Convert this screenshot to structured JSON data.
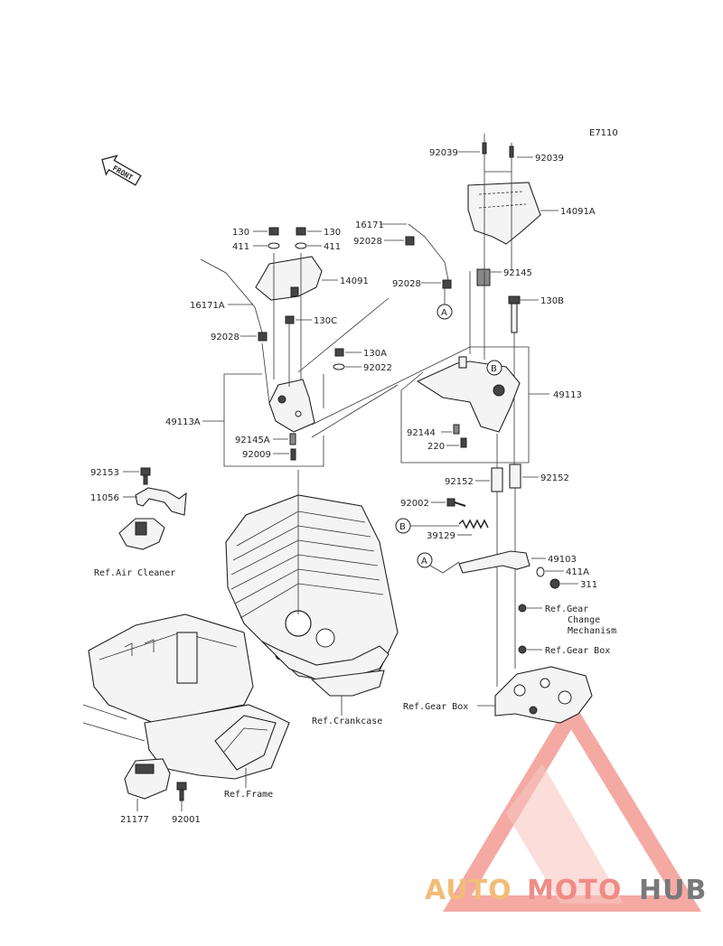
{
  "code": "E7110",
  "front_arrow_text": "FRONT",
  "labels": {
    "p92039a": "92039",
    "p92039b": "92039",
    "p14091A": "14091A",
    "p130a": "130",
    "p130b": "130",
    "p411a": "411",
    "p411b": "411",
    "p16171": "16171",
    "p92028a": "92028",
    "p14091": "14091",
    "p92028b": "92028",
    "p92145": "92145",
    "p16171A": "16171A",
    "p130B": "130B",
    "p130C": "130C",
    "p92028c": "92028",
    "p130A": "130A",
    "p92022": "92022",
    "p49113": "49113",
    "p49113A": "49113A",
    "p92145A": "92145A",
    "p92009": "92009",
    "p92144": "92144",
    "p220": "220",
    "p92153": "92153",
    "p92152a": "92152",
    "p92152b": "92152",
    "p11056": "11056",
    "p92002": "92002",
    "p39129": "39129",
    "p49103": "49103",
    "p411A": "411A",
    "p311": "311",
    "refAirCleaner": "Ref.Air Cleaner",
    "refGearChange1": "Ref.Gear",
    "refGearChange2": "Change",
    "refGearChange3": "Mechanism",
    "refGearBoxR": "Ref.Gear Box",
    "refGearBoxL": "Ref.Gear Box",
    "refCrankcase": "Ref.Crankcase",
    "refFrame": "Ref.Frame",
    "p21177": "21177",
    "p92001": "92001"
  },
  "callouts": {
    "A": "A",
    "B": "B"
  },
  "watermark": {
    "auto": "AUTO",
    "moto": "MOTO",
    "hub": "HUB"
  }
}
